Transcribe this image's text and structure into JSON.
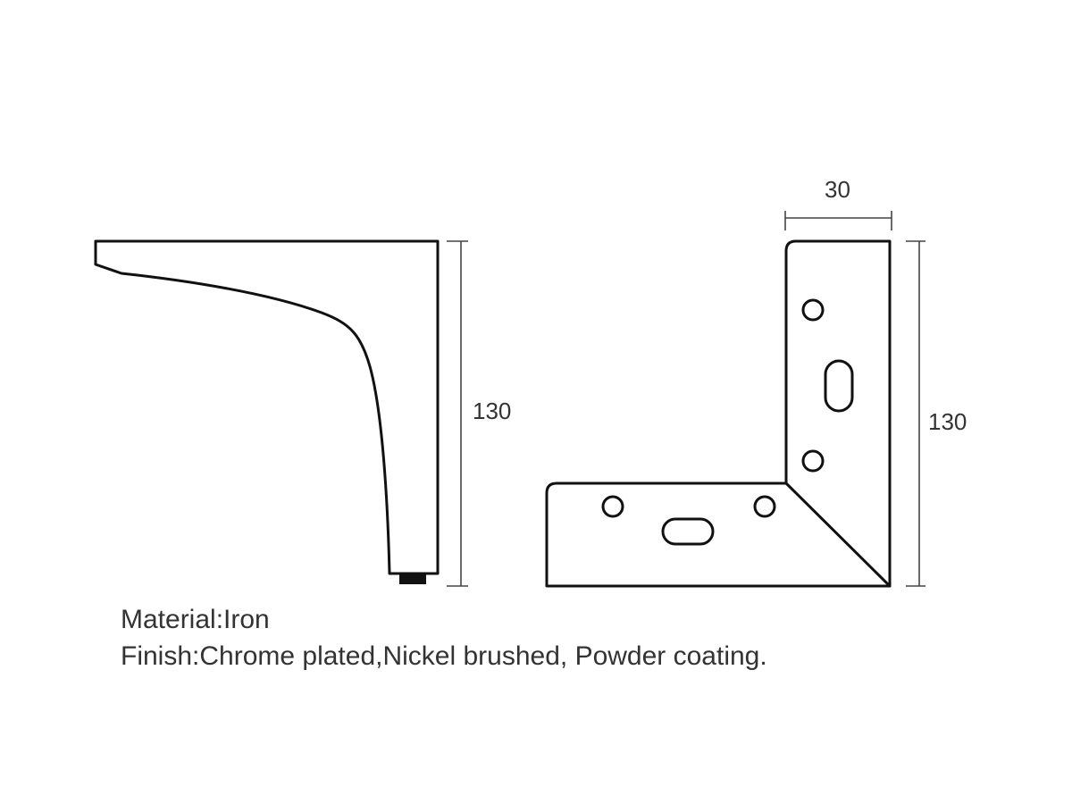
{
  "side_view": {
    "height_dimension": "130"
  },
  "corner_view": {
    "width_dimension": "30",
    "height_dimension": "130"
  },
  "specs": {
    "material": "Material:Iron",
    "finish": "Finish:Chrome plated,Nickel brushed, Powder coating."
  },
  "colors": {
    "line": "#111111",
    "dimension": "#444444",
    "text": "#333333",
    "background": "#ffffff"
  }
}
